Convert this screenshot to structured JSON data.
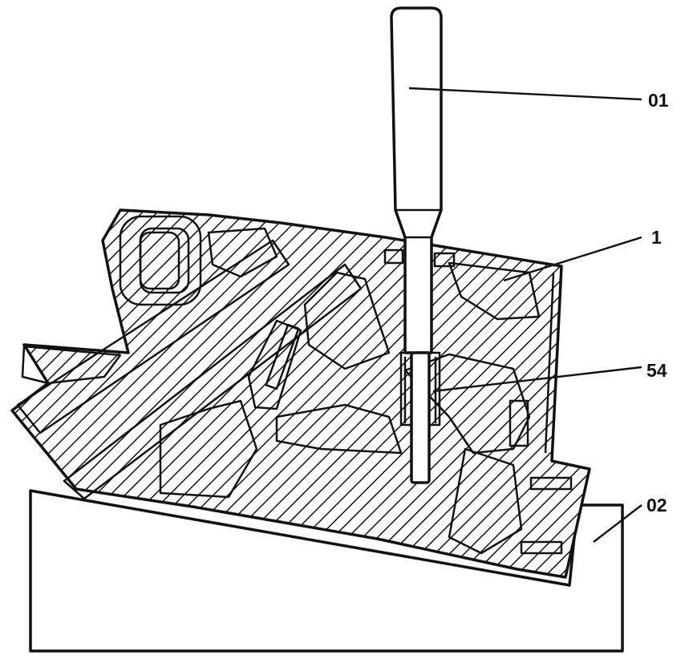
{
  "callouts": [
    {
      "id": "01",
      "label": "01",
      "part": "pin-tool"
    },
    {
      "id": "1",
      "label": "1",
      "part": "cylinder-head"
    },
    {
      "id": "54",
      "label": "54",
      "part": "valve-guide"
    },
    {
      "id": "02",
      "label": "02",
      "part": "support-block"
    }
  ],
  "colors": {
    "ink": "#111111",
    "paper": "#ffffff"
  }
}
